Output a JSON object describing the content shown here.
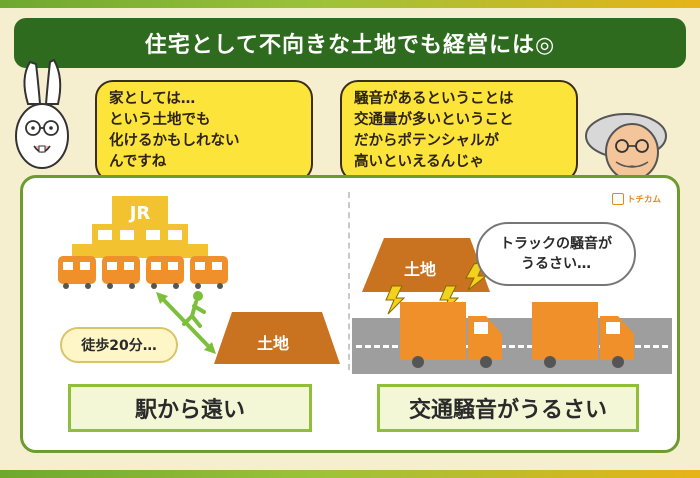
{
  "title": "住宅として不向きな土地でも経営には◎",
  "speech": {
    "left": [
      "家としては…",
      "という土地でも",
      "化けるかもしれない",
      "んですね"
    ],
    "right": [
      "騒音があるということは",
      "交通量が多いということ",
      "だからポテンシャルが",
      "高いといえるんじゃ"
    ]
  },
  "left_scene": {
    "station_logo": "JR",
    "walk_label": "徒歩20分…",
    "land_label": "土地",
    "caption": "駅から遠い"
  },
  "right_scene": {
    "land_label": "土地",
    "noise_lines": [
      "トラックの騒音が",
      "うるさい…"
    ],
    "caption": "交通騒音がうるさい"
  },
  "brand": "トチカム",
  "colors": {
    "title_bg": "#2f6b1f",
    "bubble_yellow": "#fce43a",
    "orange": "#f0902a",
    "land_brown": "#c9721f",
    "frame_green": "#6e9b2e"
  }
}
